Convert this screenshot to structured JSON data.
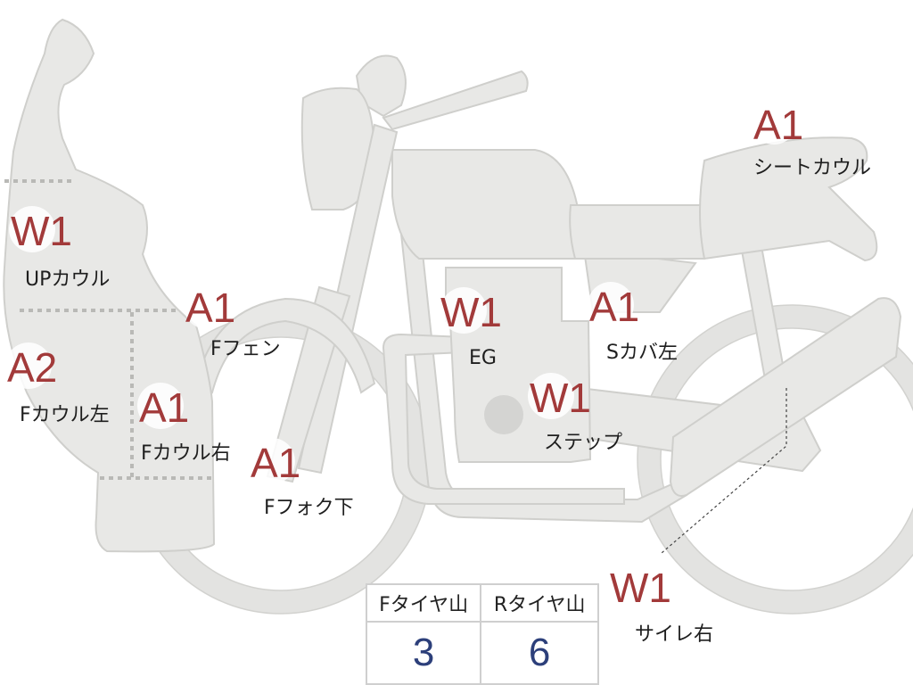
{
  "diagram": {
    "markers": [
      {
        "id": "up-cowl",
        "code": "W1",
        "label": "UPカウル"
      },
      {
        "id": "f-cowl-left",
        "code": "A2",
        "label": "Fカウル左"
      },
      {
        "id": "f-cowl-right",
        "code": "A1",
        "label": "Fカウル右"
      },
      {
        "id": "f-fender",
        "code": "A1",
        "label": "Fフェン"
      },
      {
        "id": "f-fork-lower",
        "code": "A1",
        "label": "Fフォク下"
      },
      {
        "id": "engine",
        "code": "W1",
        "label": "EG"
      },
      {
        "id": "step",
        "code": "W1",
        "label": "ステップ"
      },
      {
        "id": "side-cover-left",
        "code": "A1",
        "label": "Sカバ左"
      },
      {
        "id": "seat-cowl",
        "code": "A1",
        "label": "シートカウル"
      },
      {
        "id": "muffler-right",
        "code": "W1",
        "label": "サイレ右"
      }
    ],
    "colors": {
      "code": "#a23a3a",
      "value": "#2c3f7a",
      "part": "#e8e8e6"
    }
  },
  "tire_table": {
    "headers": [
      "Fタイヤ山",
      "Rタイヤ山"
    ],
    "values": [
      "3",
      "6"
    ]
  }
}
